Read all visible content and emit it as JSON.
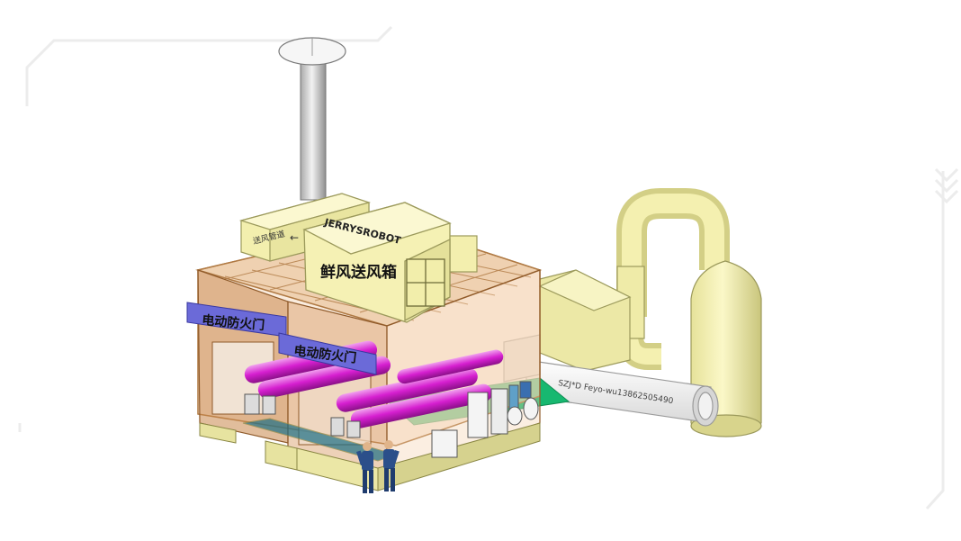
{
  "labels": {
    "fresh_air_box": "鲜风送风箱",
    "brand": "JERRYSROBOT",
    "supply_duct": "送风管道",
    "fire_door_1": "电动防火门",
    "fire_door_2": "电动防火门",
    "duct_marking": "SZJ*D Feyo-wu13862505490"
  },
  "colors": {
    "equipment_yellow": "#f3efae",
    "pipe_magenta": "#d61fd0",
    "booth_amber": "#c8874a",
    "door_label_purple": "#6b6ad8",
    "floor_green": "#17b870",
    "frame_white": "#eeeeee"
  }
}
